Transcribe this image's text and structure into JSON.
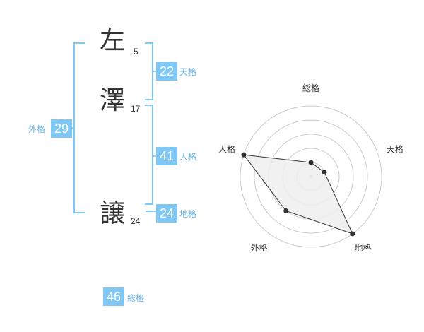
{
  "name": {
    "chars": [
      {
        "char": "左",
        "strokes": "5"
      },
      {
        "char": "澤",
        "strokes": "17"
      },
      {
        "char": "譲",
        "strokes": "24"
      }
    ]
  },
  "kakusu": {
    "tenkaku": {
      "value": "22",
      "label": "天格"
    },
    "jinkaku": {
      "value": "41",
      "label": "人格"
    },
    "chikaku": {
      "value": "24",
      "label": "地格"
    },
    "gaikaku": {
      "value": "29",
      "label": "外格"
    },
    "soukaku": {
      "value": "46",
      "label": "総格"
    }
  },
  "colors": {
    "accent": "#7fc8f5",
    "label": "#6ab4e8",
    "text": "#333333",
    "grid": "#cccccc",
    "fill": "#eeeeee"
  },
  "chart_data": {
    "type": "radar",
    "axes": [
      "総格",
      "天格",
      "地格",
      "外格",
      "人格"
    ],
    "max": 5,
    "rings": 5,
    "values": [
      1,
      1,
      5,
      3,
      5
    ]
  }
}
